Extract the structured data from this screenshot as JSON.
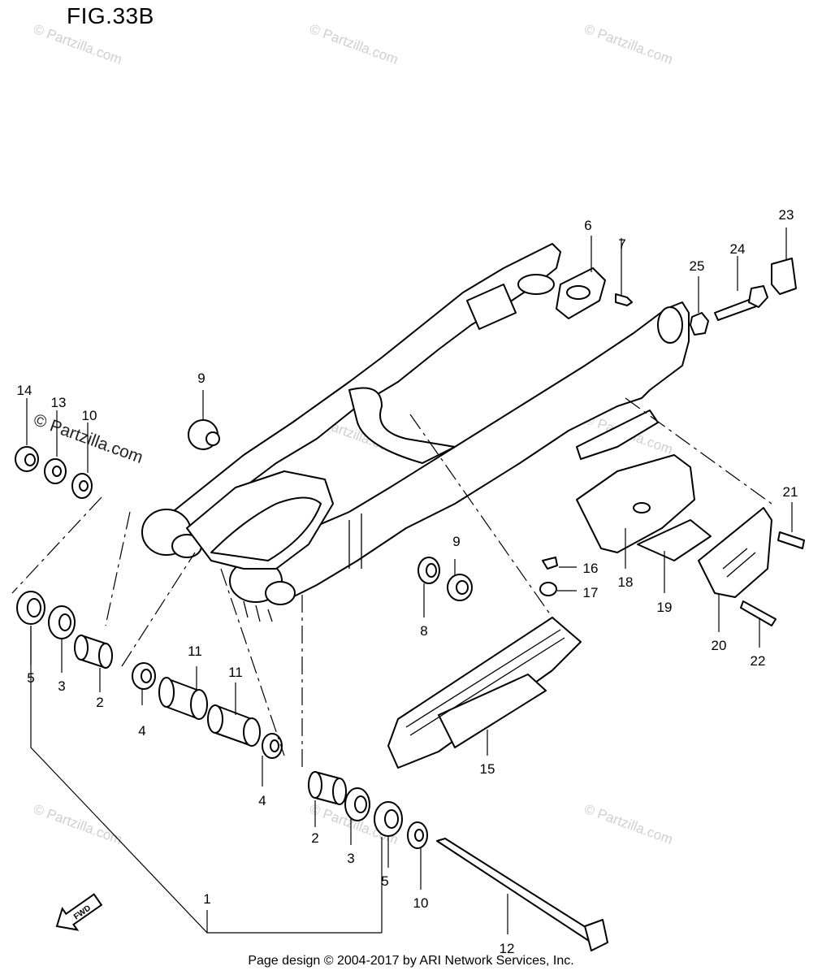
{
  "figure": {
    "title": "FIG.33B"
  },
  "footer": {
    "text": "Page design © 2004-2017 by ARI Network Services, Inc."
  },
  "fwd_label": "FWD",
  "watermarks": {
    "small": "© Partzilla.com",
    "big": "© Partzilla.com"
  },
  "callouts": [
    {
      "id": "c1",
      "label": "1"
    },
    {
      "id": "c2a",
      "label": "2"
    },
    {
      "id": "c2b",
      "label": "2"
    },
    {
      "id": "c3a",
      "label": "3"
    },
    {
      "id": "c3b",
      "label": "3"
    },
    {
      "id": "c4a",
      "label": "4"
    },
    {
      "id": "c4b",
      "label": "4"
    },
    {
      "id": "c5a",
      "label": "5"
    },
    {
      "id": "c5b",
      "label": "5"
    },
    {
      "id": "c6",
      "label": "6"
    },
    {
      "id": "c7",
      "label": "7"
    },
    {
      "id": "c8",
      "label": "8"
    },
    {
      "id": "c9a",
      "label": "9"
    },
    {
      "id": "c9b",
      "label": "9"
    },
    {
      "id": "c10a",
      "label": "10"
    },
    {
      "id": "c10b",
      "label": "10"
    },
    {
      "id": "c11a",
      "label": "11"
    },
    {
      "id": "c11b",
      "label": "11"
    },
    {
      "id": "c12",
      "label": "12"
    },
    {
      "id": "c13",
      "label": "13"
    },
    {
      "id": "c14",
      "label": "14"
    },
    {
      "id": "c15",
      "label": "15"
    },
    {
      "id": "c16",
      "label": "16"
    },
    {
      "id": "c17",
      "label": "17"
    },
    {
      "id": "c18",
      "label": "18"
    },
    {
      "id": "c19",
      "label": "19"
    },
    {
      "id": "c20",
      "label": "20"
    },
    {
      "id": "c21",
      "label": "21"
    },
    {
      "id": "c22",
      "label": "22"
    },
    {
      "id": "c23",
      "label": "23"
    },
    {
      "id": "c24",
      "label": "24"
    },
    {
      "id": "c25",
      "label": "25"
    }
  ]
}
